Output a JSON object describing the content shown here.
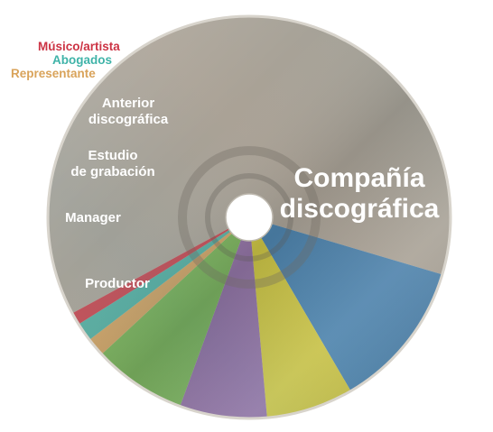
{
  "chart_data": {
    "type": "pie",
    "title": "",
    "slices": [
      {
        "label": "Compañía discográfica",
        "lines": [
          "Compañía",
          "discográfica"
        ],
        "value": 62.5,
        "color": "#a7a39b"
      },
      {
        "label": "Productor",
        "lines": [
          "Productor"
        ],
        "value": 12.0,
        "color": "#2c79b8"
      },
      {
        "label": "Manager",
        "lines": [
          "Manager"
        ],
        "value": 7.0,
        "color": "#d6cf2a"
      },
      {
        "label": "Estudio de grabación",
        "lines": [
          "Estudio",
          "de grabación"
        ],
        "value": 7.0,
        "color": "#8a63ab"
      },
      {
        "label": "Anterior discográfica",
        "lines": [
          "Anterior",
          "discográfica"
        ],
        "value": 7.5,
        "color": "#6db84d"
      },
      {
        "label": "Representante",
        "lines": [
          "Representante"
        ],
        "value": 1.5,
        "color": "#d9a35a"
      },
      {
        "label": "Abogados",
        "lines": [
          "Abogados"
        ],
        "value": 1.5,
        "color": "#3fb3a8"
      },
      {
        "label": "Músico/artista",
        "lines": [
          "Músico/artista"
        ],
        "value": 1.0,
        "color": "#cc3344"
      }
    ]
  }
}
